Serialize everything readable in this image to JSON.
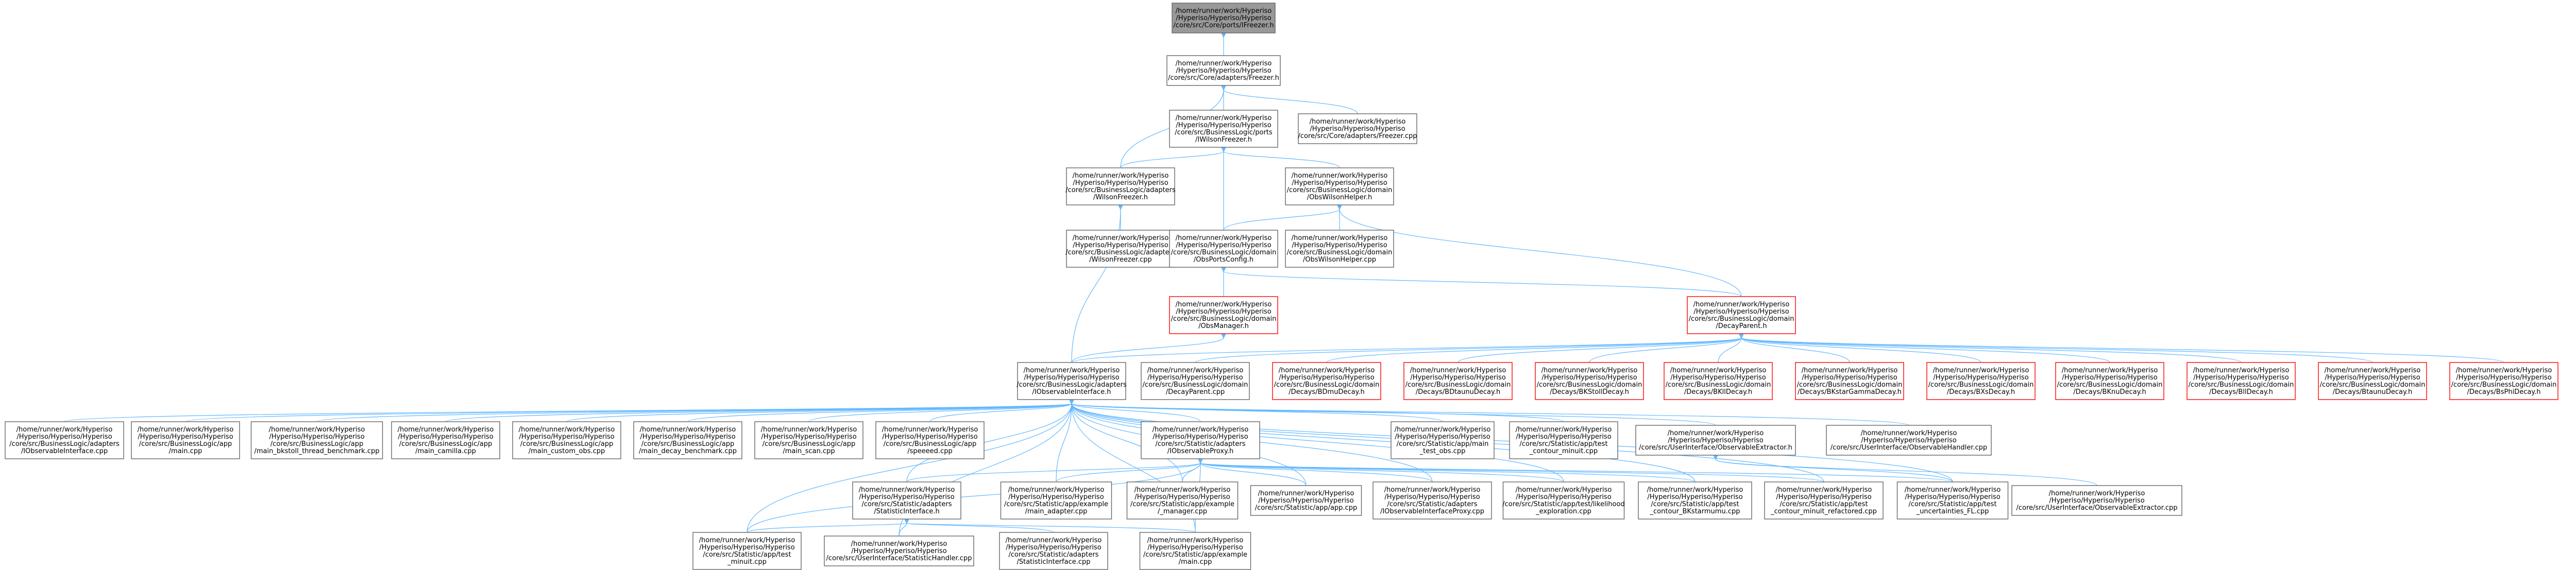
{
  "graph": {
    "colors": {
      "edge": "#63b8ff",
      "root_fill": "#999999",
      "border": "#666666",
      "highlight_border": "#ff0000"
    },
    "nodes": [
      {
        "id": "root",
        "lines": [
          "/home/runner/work/Hyperiso",
          "/Hyperiso/Hyperiso/Hyperiso",
          "/core/src/Core/ports/IFreezer.h"
        ],
        "style": "root"
      },
      {
        "id": "adapters_freezer",
        "lines": [
          "/home/runner/work/Hyperiso",
          "/Hyperiso/Hyperiso/Hyperiso",
          "/core/src/Core/adapters/Freezer.h"
        ],
        "style": "normal"
      },
      {
        "id": "iwilson",
        "lines": [
          "/home/runner/work/Hyperiso",
          "/Hyperiso/Hyperiso/Hyperiso",
          "/core/src/BusinessLogic/ports",
          "/IWilsonFreezer.h"
        ],
        "style": "normal"
      },
      {
        "id": "freezer_cpp",
        "lines": [
          "/home/runner/work/Hyperiso",
          "/Hyperiso/Hyperiso/Hyperiso",
          "/core/src/Core/adapters/Freezer.cpp"
        ],
        "style": "normal"
      },
      {
        "id": "wilson_h",
        "lines": [
          "/home/runner/work/Hyperiso",
          "/Hyperiso/Hyperiso/Hyperiso",
          "/core/src/BusinessLogic/adapters",
          "/WilsonFreezer.h"
        ],
        "style": "normal"
      },
      {
        "id": "obswilson_h",
        "lines": [
          "/home/runner/work/Hyperiso",
          "/Hyperiso/Hyperiso/Hyperiso",
          "/core/src/BusinessLogic/domain",
          "/ObsWilsonHelper.h"
        ],
        "style": "normal"
      },
      {
        "id": "wilson_cpp",
        "lines": [
          "/home/runner/work/Hyperiso",
          "/Hyperiso/Hyperiso/Hyperiso",
          "/core/src/BusinessLogic/adapters",
          "/WilsonFreezer.cpp"
        ],
        "style": "normal"
      },
      {
        "id": "obsports",
        "lines": [
          "/home/runner/work/Hyperiso",
          "/Hyperiso/Hyperiso/Hyperiso",
          "/core/src/BusinessLogic/domain",
          "/ObsPortsConfig.h"
        ],
        "style": "normal"
      },
      {
        "id": "obswilson_cpp",
        "lines": [
          "/home/runner/work/Hyperiso",
          "/Hyperiso/Hyperiso/Hyperiso",
          "/core/src/BusinessLogic/domain",
          "/ObsWilsonHelper.cpp"
        ],
        "style": "normal"
      },
      {
        "id": "obsmanager",
        "lines": [
          "/home/runner/work/Hyperiso",
          "/Hyperiso/Hyperiso/Hyperiso",
          "/core/src/BusinessLogic/domain",
          "/ObsManager.h"
        ],
        "style": "red"
      },
      {
        "id": "decayparent_h",
        "lines": [
          "/home/runner/work/Hyperiso",
          "/Hyperiso/Hyperiso/Hyperiso",
          "/core/src/BusinessLogic/domain",
          "/DecayParent.h"
        ],
        "style": "red"
      },
      {
        "id": "observable_h",
        "lines": [
          "/home/runner/work/Hyperiso",
          "/Hyperiso/Hyperiso/Hyperiso",
          "/core/src/BusinessLogic/adapters",
          "/IObservableInterface.h"
        ],
        "style": "normal"
      },
      {
        "id": "decayparent_cpp",
        "lines": [
          "/home/runner/work/Hyperiso",
          "/Hyperiso/Hyperiso/Hyperiso",
          "/core/src/BusinessLogic/domain",
          "/DecayParent.cpp"
        ],
        "style": "normal"
      },
      {
        "id": "bdmu",
        "lines": [
          "/home/runner/work/Hyperiso",
          "/Hyperiso/Hyperiso/Hyperiso",
          "/core/src/BusinessLogic/domain",
          "/Decays/BDmuDecay.h"
        ],
        "style": "red"
      },
      {
        "id": "bdtaunu",
        "lines": [
          "/home/runner/work/Hyperiso",
          "/Hyperiso/Hyperiso/Hyperiso",
          "/core/src/BusinessLogic/domain",
          "/Decays/BDtaunuDecay.h"
        ],
        "style": "red"
      },
      {
        "id": "bktoll",
        "lines": [
          "/home/runner/work/Hyperiso",
          "/Hyperiso/Hyperiso/Hyperiso",
          "/core/src/BusinessLogic/domain",
          "/Decays/BKStollDecay.h"
        ],
        "style": "red"
      },
      {
        "id": "bkll",
        "lines": [
          "/home/runner/work/Hyperiso",
          "/Hyperiso/Hyperiso/Hyperiso",
          "/core/src/BusinessLogic/domain",
          "/Decays/BKllDecay.h"
        ],
        "style": "red"
      },
      {
        "id": "bkgamma",
        "lines": [
          "/home/runner/work/Hyperiso",
          "/Hyperiso/Hyperiso/Hyperiso",
          "/core/src/BusinessLogic/domain",
          "/Decays/BKstarGammaDecay.h"
        ],
        "style": "red"
      },
      {
        "id": "bxs",
        "lines": [
          "/home/runner/work/Hyperiso",
          "/Hyperiso/Hyperiso/Hyperiso",
          "/core/src/BusinessLogic/domain",
          "/Decays/BXsDecay.h"
        ],
        "style": "red"
      },
      {
        "id": "bknunu",
        "lines": [
          "/home/runner/work/Hyperiso",
          "/Hyperiso/Hyperiso/Hyperiso",
          "/core/src/BusinessLogic/domain",
          "/Decays/BKnuDecay.h"
        ],
        "style": "red"
      },
      {
        "id": "bll",
        "lines": [
          "/home/runner/work/Hyperiso",
          "/Hyperiso/Hyperiso/Hyperiso",
          "/core/src/BusinessLogic/domain",
          "/Decays/BllDecay.h"
        ],
        "style": "red"
      },
      {
        "id": "btau",
        "lines": [
          "/home/runner/work/Hyperiso",
          "/Hyperiso/Hyperiso/Hyperiso",
          "/core/src/BusinessLogic/domain",
          "/Decays/BtaunuDecay.h"
        ],
        "style": "red"
      },
      {
        "id": "bphi",
        "lines": [
          "/home/runner/work/Hyperiso",
          "/Hyperiso/Hyperiso/Hyperiso",
          "/core/src/BusinessLogic/domain",
          "/Decays/BsPhiDecay.h"
        ],
        "style": "red"
      },
      {
        "id": "iobs_cpp",
        "lines": [
          "/home/runner/work/Hyperiso",
          "/Hyperiso/Hyperiso/Hyperiso",
          "/core/src/BusinessLogic/adapters",
          "/IObservableInterface.cpp"
        ],
        "style": "normal"
      },
      {
        "id": "main_cpp",
        "lines": [
          "/home/runner/work/Hyperiso",
          "/Hyperiso/Hyperiso/Hyperiso",
          "/core/src/BusinessLogic/app",
          "/main.cpp"
        ],
        "style": "normal"
      },
      {
        "id": "bkstoll_bench",
        "lines": [
          "/home/runner/work/Hyperiso",
          "/Hyperiso/Hyperiso/Hyperiso",
          "/core/src/BusinessLogic/app",
          "/main_bkstoll_thread_benchmark.cpp"
        ],
        "style": "normal"
      },
      {
        "id": "main_camilla",
        "lines": [
          "/home/runner/work/Hyperiso",
          "/Hyperiso/Hyperiso/Hyperiso",
          "/core/src/BusinessLogic/app",
          "/main_camilla.cpp"
        ],
        "style": "normal"
      },
      {
        "id": "main_custom",
        "lines": [
          "/home/runner/work/Hyperiso",
          "/Hyperiso/Hyperiso/Hyperiso",
          "/core/src/BusinessLogic/app",
          "/main_custom_obs.cpp"
        ],
        "style": "normal"
      },
      {
        "id": "main_decay",
        "lines": [
          "/home/runner/work/Hyperiso",
          "/Hyperiso/Hyperiso/Hyperiso",
          "/core/src/BusinessLogic/app",
          "/main_decay_benchmark.cpp"
        ],
        "style": "normal"
      },
      {
        "id": "main_scan",
        "lines": [
          "/home/runner/work/Hyperiso",
          "/Hyperiso/Hyperiso/Hyperiso",
          "/core/src/BusinessLogic/app",
          "/main_scan.cpp"
        ],
        "style": "normal"
      },
      {
        "id": "speeeed",
        "lines": [
          "/home/runner/work/Hyperiso",
          "/Hyperiso/Hyperiso/Hyperiso",
          "/core/src/BusinessLogic/app",
          "/speeeed.cpp"
        ],
        "style": "normal"
      },
      {
        "id": "obsproxy_h",
        "lines": [
          "/home/runner/work/Hyperiso",
          "/Hyperiso/Hyperiso/Hyperiso",
          "/core/src/Statistic/adapters",
          "/IObservableProxy.h"
        ],
        "style": "normal"
      },
      {
        "id": "main_test_obs",
        "lines": [
          "/home/runner/work/Hyperiso",
          "/Hyperiso/Hyperiso/Hyperiso",
          "/core/src/Statistic/app/main",
          "_test_obs.cpp"
        ],
        "style": "normal"
      },
      {
        "id": "contour_minuit",
        "lines": [
          "/home/runner/work/Hyperiso",
          "/Hyperiso/Hyperiso/Hyperiso",
          "/core/src/Statistic/app/test",
          "_contour_minuit.cpp"
        ],
        "style": "normal"
      },
      {
        "id": "ui_obs_extractor_h",
        "lines": [
          "/home/runner/work/Hyperiso",
          "/Hyperiso/Hyperiso/Hyperiso",
          "/core/src/UserInterface/ObservableExtractor.h"
        ],
        "style": "normal"
      },
      {
        "id": "ui_obs_handler",
        "lines": [
          "/home/runner/work/Hyperiso",
          "/Hyperiso/Hyperiso/Hyperiso",
          "/core/src/UserInterface/ObservableHandler.cpp"
        ],
        "style": "normal"
      },
      {
        "id": "stat_adapters_h",
        "lines": [
          "/home/runner/work/Hyperiso",
          "/Hyperiso/Hyperiso/Hyperiso",
          "/core/src/Statistic/adapters",
          "/StatisticInterface.h"
        ],
        "style": "normal"
      },
      {
        "id": "main_adapter",
        "lines": [
          "/home/runner/work/Hyperiso",
          "/Hyperiso/Hyperiso/Hyperiso",
          "/core/src/Statistic/app/example",
          "/main_adapter.cpp"
        ],
        "style": "normal"
      },
      {
        "id": "main_manager",
        "lines": [
          "/home/runner/work/Hyperiso",
          "/Hyperiso/Hyperiso/Hyperiso",
          "/core/src/Statistic/app/example",
          "/_manager.cpp"
        ],
        "style": "normal"
      },
      {
        "id": "stat_app_cpp",
        "lines": [
          "/home/runner/work/Hyperiso",
          "/Hyperiso/Hyperiso/Hyperiso",
          "/core/src/Statistic/app/app.cpp"
        ],
        "style": "normal"
      },
      {
        "id": "obsproxy_cpp",
        "lines": [
          "/home/runner/work/Hyperiso",
          "/Hyperiso/Hyperiso/Hyperiso",
          "/core/src/Statistic/adapters",
          "/IObservableInterfaceProxy.cpp"
        ],
        "style": "normal"
      },
      {
        "id": "test_likelihood",
        "lines": [
          "/home/runner/work/Hyperiso",
          "/Hyperiso/Hyperiso/Hyperiso",
          "/core/src/Statistic/app/test/likelihood",
          "_exploration.cpp"
        ],
        "style": "normal"
      },
      {
        "id": "test_contour_bk",
        "lines": [
          "/home/runner/work/Hyperiso",
          "/Hyperiso/Hyperiso/Hyperiso",
          "/core/src/Statistic/app/test",
          "_contour_BKstarmumu.cpp"
        ],
        "style": "normal"
      },
      {
        "id": "test_contour_ref",
        "lines": [
          "/home/runner/work/Hyperiso",
          "/Hyperiso/Hyperiso/Hyperiso",
          "/core/src/Statistic/app/test",
          "_contour_minuit_refactored.cpp"
        ],
        "style": "normal"
      },
      {
        "id": "test_uncert",
        "lines": [
          "/home/runner/work/Hyperiso",
          "/Hyperiso/Hyperiso/Hyperiso",
          "/core/src/Statistic/app/test",
          "_uncertainties_FL.cpp"
        ],
        "style": "normal"
      },
      {
        "id": "ui_obs_extractor_cpp",
        "lines": [
          "/home/runner/work/Hyperiso",
          "/Hyperiso/Hyperiso/Hyperiso",
          "/core/src/UserInterface/ObservableExtractor.cpp"
        ],
        "style": "normal"
      },
      {
        "id": "test_minuit",
        "lines": [
          "/home/runner/work/Hyperiso",
          "/Hyperiso/Hyperiso/Hyperiso",
          "/core/src/Statistic/app/test",
          "_minuit.cpp"
        ],
        "style": "normal"
      },
      {
        "id": "ui_stat_handler",
        "lines": [
          "/home/runner/work/Hyperiso",
          "/Hyperiso/Hyperiso/Hyperiso",
          "/core/src/UserInterface/StatisticHandler.cpp"
        ],
        "style": "normal"
      },
      {
        "id": "stat_adapters_cpp",
        "lines": [
          "/home/runner/work/Hyperiso",
          "/Hyperiso/Hyperiso/Hyperiso",
          "/core/src/Statistic/adapters",
          "/StatisticInterface.cpp"
        ],
        "style": "normal"
      },
      {
        "id": "main_example",
        "lines": [
          "/home/runner/work/Hyperiso",
          "/Hyperiso/Hyperiso/Hyperiso",
          "/core/src/Statistic/app/example",
          "/main.cpp"
        ],
        "style": "normal"
      }
    ],
    "edges": [
      [
        "root",
        "adapters_freezer"
      ],
      [
        "adapters_freezer",
        "iwilson"
      ],
      [
        "adapters_freezer",
        "freezer_cpp"
      ],
      [
        "adapters_freezer",
        "wilson_h"
      ],
      [
        "iwilson",
        "wilson_h"
      ],
      [
        "iwilson",
        "obswilson_h"
      ],
      [
        "iwilson",
        "obsports"
      ],
      [
        "wilson_h",
        "wilson_cpp"
      ],
      [
        "wilson_h",
        "observable_h"
      ],
      [
        "obswilson_h",
        "obsports"
      ],
      [
        "obswilson_h",
        "obswilson_cpp"
      ],
      [
        "obswilson_h",
        "decayparent_h"
      ],
      [
        "obsports",
        "obsmanager"
      ],
      [
        "obsports",
        "decayparent_h"
      ],
      [
        "obsmanager",
        "observable_h"
      ],
      [
        "decayparent_h",
        "observable_h"
      ],
      [
        "decayparent_h",
        "decayparent_cpp"
      ],
      [
        "decayparent_h",
        "bdmu"
      ],
      [
        "decayparent_h",
        "bdtaunu"
      ],
      [
        "decayparent_h",
        "bktoll"
      ],
      [
        "decayparent_h",
        "bkll"
      ],
      [
        "decayparent_h",
        "bkgamma"
      ],
      [
        "decayparent_h",
        "bxs"
      ],
      [
        "decayparent_h",
        "bknunu"
      ],
      [
        "decayparent_h",
        "bll"
      ],
      [
        "decayparent_h",
        "btau"
      ],
      [
        "decayparent_h",
        "bphi"
      ],
      [
        "observable_h",
        "iobs_cpp"
      ],
      [
        "observable_h",
        "main_cpp"
      ],
      [
        "observable_h",
        "bkstoll_bench"
      ],
      [
        "observable_h",
        "main_camilla"
      ],
      [
        "observable_h",
        "main_custom"
      ],
      [
        "observable_h",
        "main_decay"
      ],
      [
        "observable_h",
        "main_scan"
      ],
      [
        "observable_h",
        "speeeed"
      ],
      [
        "observable_h",
        "obsproxy_h"
      ],
      [
        "observable_h",
        "main_test_obs"
      ],
      [
        "observable_h",
        "contour_minuit"
      ],
      [
        "observable_h",
        "ui_obs_extractor_h"
      ],
      [
        "observable_h",
        "ui_obs_handler"
      ],
      [
        "observable_h",
        "stat_adapters_h"
      ],
      [
        "observable_h",
        "main_adapter"
      ],
      [
        "observable_h",
        "main_manager"
      ],
      [
        "observable_h",
        "stat_app_cpp"
      ],
      [
        "observable_h",
        "obsproxy_cpp"
      ],
      [
        "observable_h",
        "test_likelihood"
      ],
      [
        "observable_h",
        "test_contour_bk"
      ],
      [
        "observable_h",
        "test_contour_ref"
      ],
      [
        "observable_h",
        "test_uncert"
      ],
      [
        "observable_h",
        "test_minuit"
      ],
      [
        "observable_h",
        "ui_stat_handler"
      ],
      [
        "observable_h",
        "main_example"
      ],
      [
        "obsproxy_h",
        "stat_adapters_h"
      ],
      [
        "obsproxy_h",
        "main_adapter"
      ],
      [
        "obsproxy_h",
        "main_manager"
      ],
      [
        "obsproxy_h",
        "stat_app_cpp"
      ],
      [
        "obsproxy_h",
        "obsproxy_cpp"
      ],
      [
        "obsproxy_h",
        "test_likelihood"
      ],
      [
        "obsproxy_h",
        "test_contour_bk"
      ],
      [
        "obsproxy_h",
        "test_contour_ref"
      ],
      [
        "obsproxy_h",
        "test_uncert"
      ],
      [
        "obsproxy_h",
        "test_minuit"
      ],
      [
        "obsproxy_h",
        "main_example"
      ],
      [
        "ui_obs_extractor_h",
        "test_uncert"
      ],
      [
        "ui_obs_extractor_h",
        "ui_obs_extractor_cpp"
      ],
      [
        "stat_adapters_h",
        "test_minuit"
      ],
      [
        "stat_adapters_h",
        "ui_stat_handler"
      ],
      [
        "stat_adapters_h",
        "stat_adapters_cpp"
      ],
      [
        "stat_adapters_h",
        "main_example"
      ]
    ]
  }
}
